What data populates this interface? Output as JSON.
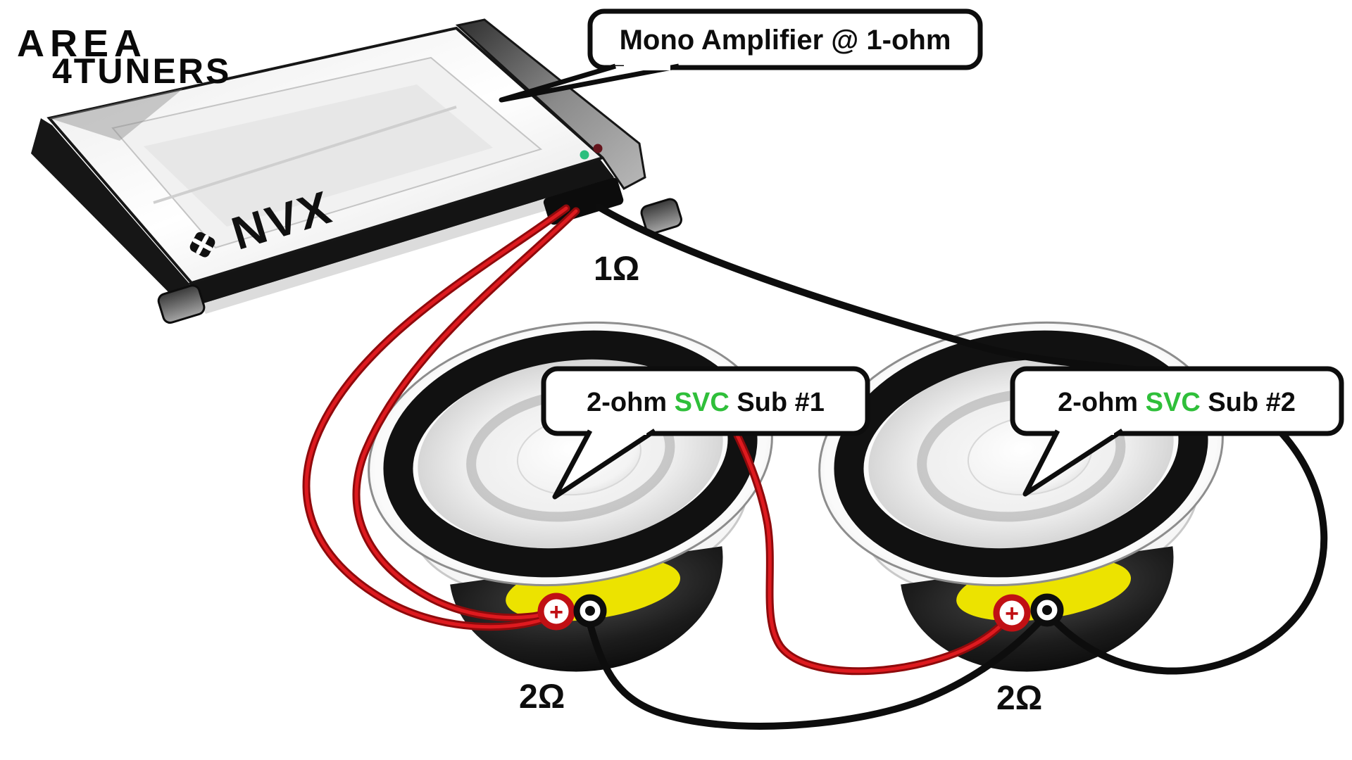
{
  "watermark": {
    "line1": "AREA",
    "line2": "4TUNERS",
    "color": "#0a0a0a"
  },
  "amplifier": {
    "brand": "NVX",
    "callout": "Mono Amplifier @ 1-ohm",
    "output_impedance_label": "1Ω",
    "led_green": "#2bbf7e",
    "led_red": "#64141c"
  },
  "subwoofers": [
    {
      "callout": {
        "prefix": "2-ohm ",
        "highlight": "SVC",
        "suffix": " Sub #1"
      },
      "impedance_label": "2Ω",
      "positive_label": "+"
    },
    {
      "callout": {
        "prefix": "2-ohm ",
        "highlight": "SVC",
        "suffix": " Sub #2"
      },
      "impedance_label": "2Ω",
      "positive_label": "+"
    }
  ],
  "colors": {
    "svc_green": "#2fbf3a",
    "wire_red_edge": "#8f0a0c",
    "wire_red_core": "#de1a1f",
    "wire_black": "#0d0d0d",
    "gasket_yellow": "#ece300",
    "terminal_red": "#c01014"
  }
}
